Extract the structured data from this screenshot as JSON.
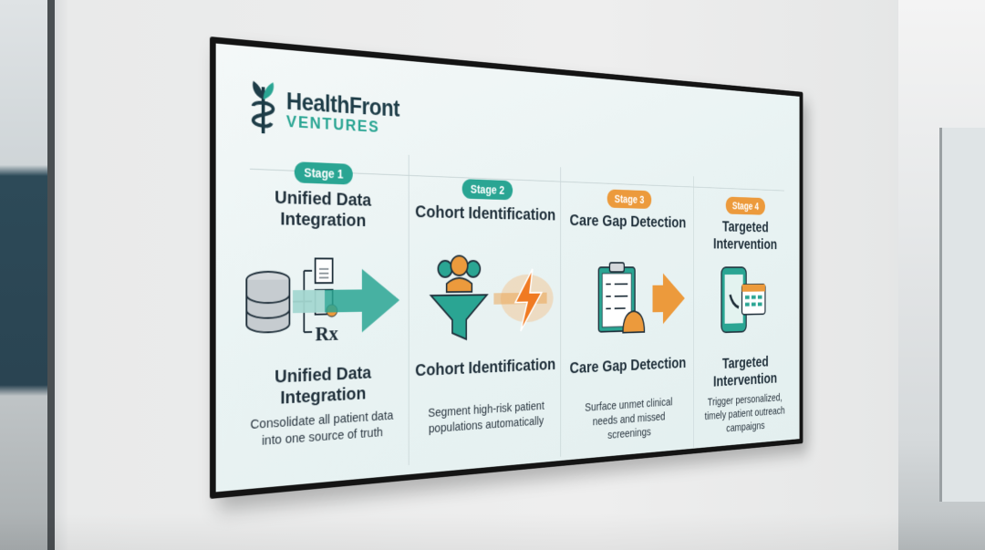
{
  "brand": {
    "name_line1": "HealthFront",
    "name_line2": "VENTURES",
    "primary_color": "#1e3d48",
    "accent_color": "#2aa593"
  },
  "colors": {
    "teal": "#2aa593",
    "orange": "#ec9a3c",
    "text": "#1f2f3a"
  },
  "stages": [
    {
      "badge": "Stage 1",
      "title": "Unified Data Integration",
      "bottom_title": "Unified Data Integration",
      "description": "Consolidate all patient data into one source of truth",
      "icon": "database-icon",
      "extra_icons": [
        "document-icon",
        "checked-document-icon",
        "rx-icon"
      ],
      "badge_color": "#2aa593"
    },
    {
      "badge": "Stage 2",
      "title": "Cohort Identification",
      "bottom_title": "Cohort Identification",
      "description": "Segment high-risk patient populations automatically",
      "icon": "people-funnel-icon",
      "badge_color": "#2aa593"
    },
    {
      "badge": "Stage 3",
      "title": "Care Gap Detection",
      "bottom_title": "Care Gap Detection",
      "description": "Surface unmet clinical needs and missed screenings",
      "icon": "clipboard-bell-icon",
      "badge_color": "#ec9a3c"
    },
    {
      "badge": "Stage 4",
      "title": "Targeted Intervention",
      "bottom_title": "Targeted Intervention",
      "description": "Trigger personalized, timely patient outreach campaigns",
      "icon": "phone-calendar-icon",
      "badge_color": "#ec9a3c"
    }
  ],
  "rx_label": "Rx"
}
